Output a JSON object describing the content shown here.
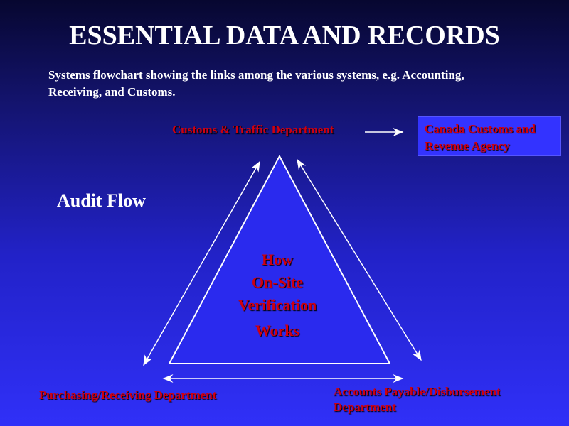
{
  "title": "ESSENTIAL DATA AND RECORDS",
  "subtitle": "Systems flowchart showing the links among the various systems, e.g. Accounting, Receiving, and Customs.",
  "audit_label": "Audit Flow",
  "nodes": {
    "top": "Customs & Traffic Department",
    "external": "Canada Customs and Revenue Agency",
    "left": "Purchasing/Receiving Department",
    "right_line1": "Accounts Payable/Disbursement",
    "right_line2": "Department"
  },
  "center": {
    "line1": "How",
    "line2": "On-Site",
    "line3": "Verification",
    "line4": "Works"
  },
  "colors": {
    "label": "#d00010",
    "box": "#3333ff",
    "background_bottom": "#3030f8"
  }
}
